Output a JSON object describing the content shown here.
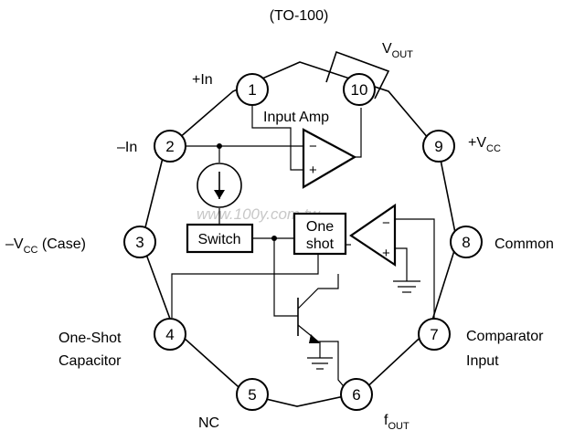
{
  "package": "(TO-100)",
  "watermark": "www.100y.com.tw",
  "pins": [
    {
      "num": "1",
      "label": "+In"
    },
    {
      "num": "2",
      "label": "–In"
    },
    {
      "num": "3",
      "label": "–V",
      "sub": "CC",
      "suffix": " (Case)"
    },
    {
      "num": "4",
      "label": "One-Shot",
      "label2": "Capacitor"
    },
    {
      "num": "5",
      "label": "NC"
    },
    {
      "num": "6",
      "label": "f",
      "sub": "OUT"
    },
    {
      "num": "7",
      "label": "Comparator",
      "label2": "Input"
    },
    {
      "num": "8",
      "label": "Common"
    },
    {
      "num": "9",
      "label": "+V",
      "sub": "CC"
    },
    {
      "num": "10",
      "label": "V",
      "sub": "OUT"
    }
  ],
  "blocks": {
    "input_amp": "Input Amp",
    "switch": "Switch",
    "one_shot_1": "One",
    "one_shot_2": "shot",
    "minus": "−",
    "plus": "+"
  }
}
